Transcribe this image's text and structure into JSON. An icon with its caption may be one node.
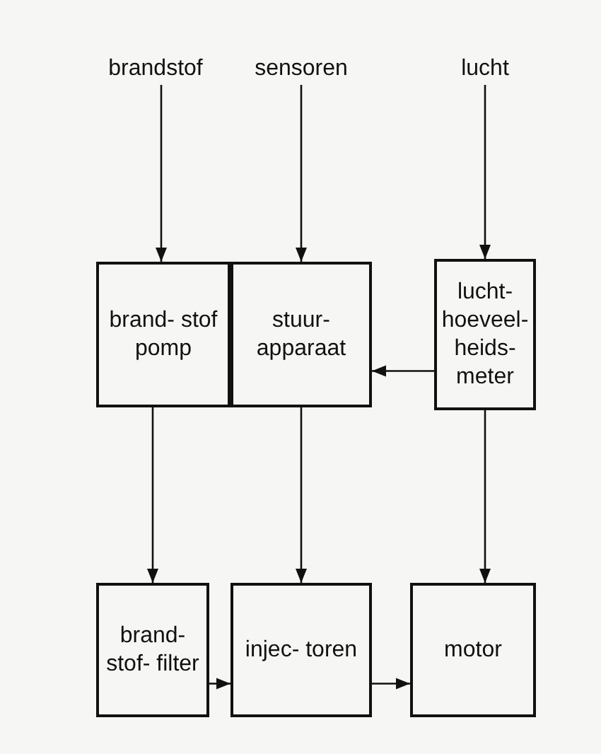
{
  "diagram": {
    "nodes": [
      {
        "text": [
          "brandstof"
        ]
      },
      {
        "text": [
          "sensoren"
        ]
      },
      {
        "text": [
          "lucht"
        ]
      },
      {
        "text": [
          "brand- stof pomp"
        ]
      },
      {
        "text": [
          "stuur- apparaat"
        ]
      },
      {
        "text": [
          "lucht- hoeveel- heids- meter"
        ]
      },
      {
        "text": [
          "brand- stof- filter"
        ]
      },
      {
        "text": [
          "injec- toren"
        ]
      },
      {
        "text": [
          "motor"
        ]
      }
    ],
    "edges": [
      {
        "from": 0,
        "to": 3,
        "arrow": "to"
      },
      {
        "from": 1,
        "to": 4,
        "arrow": "to"
      },
      {
        "from": 2,
        "to": 5,
        "arrow": "to"
      },
      {
        "from": 5,
        "to": 4,
        "arrow": "to"
      },
      {
        "from": 3,
        "to": 6,
        "arrow": "to"
      },
      {
        "from": 4,
        "to": 7,
        "arrow": "to"
      },
      {
        "from": 5,
        "to": 8,
        "arrow": "to"
      },
      {
        "from": 6,
        "to": 7,
        "arrow": "to"
      },
      {
        "from": 7,
        "to": 8,
        "arrow": "to"
      }
    ]
  }
}
